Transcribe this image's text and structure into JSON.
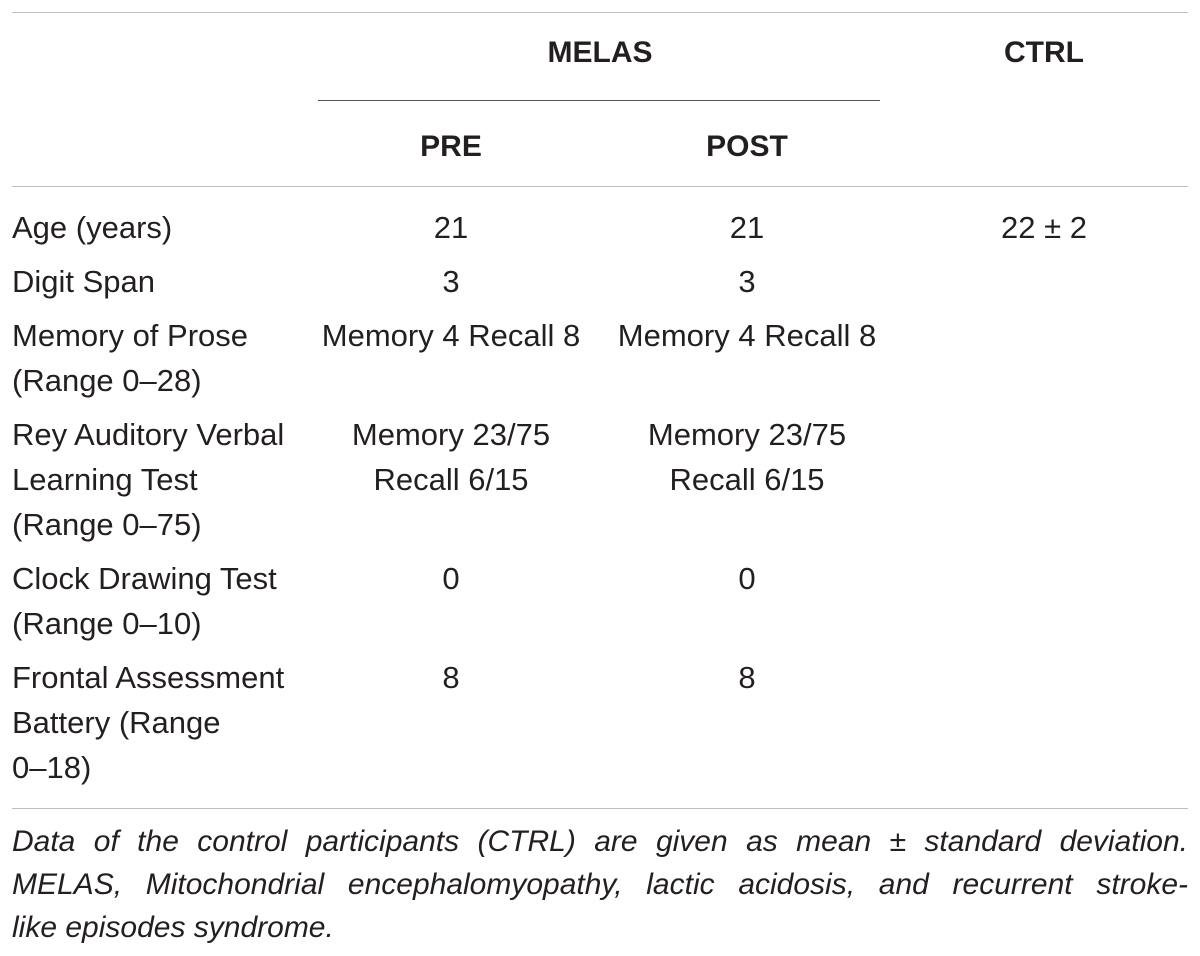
{
  "header": {
    "group": "MELAS",
    "ctrl": "CTRL",
    "pre": "PRE",
    "post": "POST"
  },
  "rows": [
    {
      "label": [
        "Age (years)"
      ],
      "pre": [
        "21"
      ],
      "post": [
        "21"
      ],
      "ctrl": [
        "22 ± 2"
      ]
    },
    {
      "label": [
        "Digit Span"
      ],
      "pre": [
        "3"
      ],
      "post": [
        "3"
      ],
      "ctrl": [
        ""
      ]
    },
    {
      "label": [
        "Memory of Prose",
        "(Range 0–28)"
      ],
      "pre": [
        "Memory 4 Recall 8"
      ],
      "post": [
        "Memory 4 Recall 8"
      ],
      "ctrl": [
        ""
      ]
    },
    {
      "label": [
        "Rey Auditory Verbal",
        "Learning Test",
        "(Range 0–75)"
      ],
      "pre": [
        "Memory 23/75",
        "Recall 6/15"
      ],
      "post": [
        "Memory 23/75",
        "Recall 6/15"
      ],
      "ctrl": [
        ""
      ]
    },
    {
      "label": [
        "Clock Drawing Test",
        "(Range 0–10)"
      ],
      "pre": [
        "0"
      ],
      "post": [
        "0"
      ],
      "ctrl": [
        ""
      ]
    },
    {
      "label": [
        "Frontal Assessment",
        "Battery (Range",
        "0–18)"
      ],
      "pre": [
        "8"
      ],
      "post": [
        "8"
      ],
      "ctrl": [
        ""
      ]
    }
  ],
  "footnote": {
    "line1": "Data of the control participants (CTRL) are given as mean ± standard deviation.",
    "line2": "MELAS, Mitochondrial encephalomyopathy, lactic acidosis, and recurrent stroke-",
    "line3": "like episodes syndrome."
  }
}
